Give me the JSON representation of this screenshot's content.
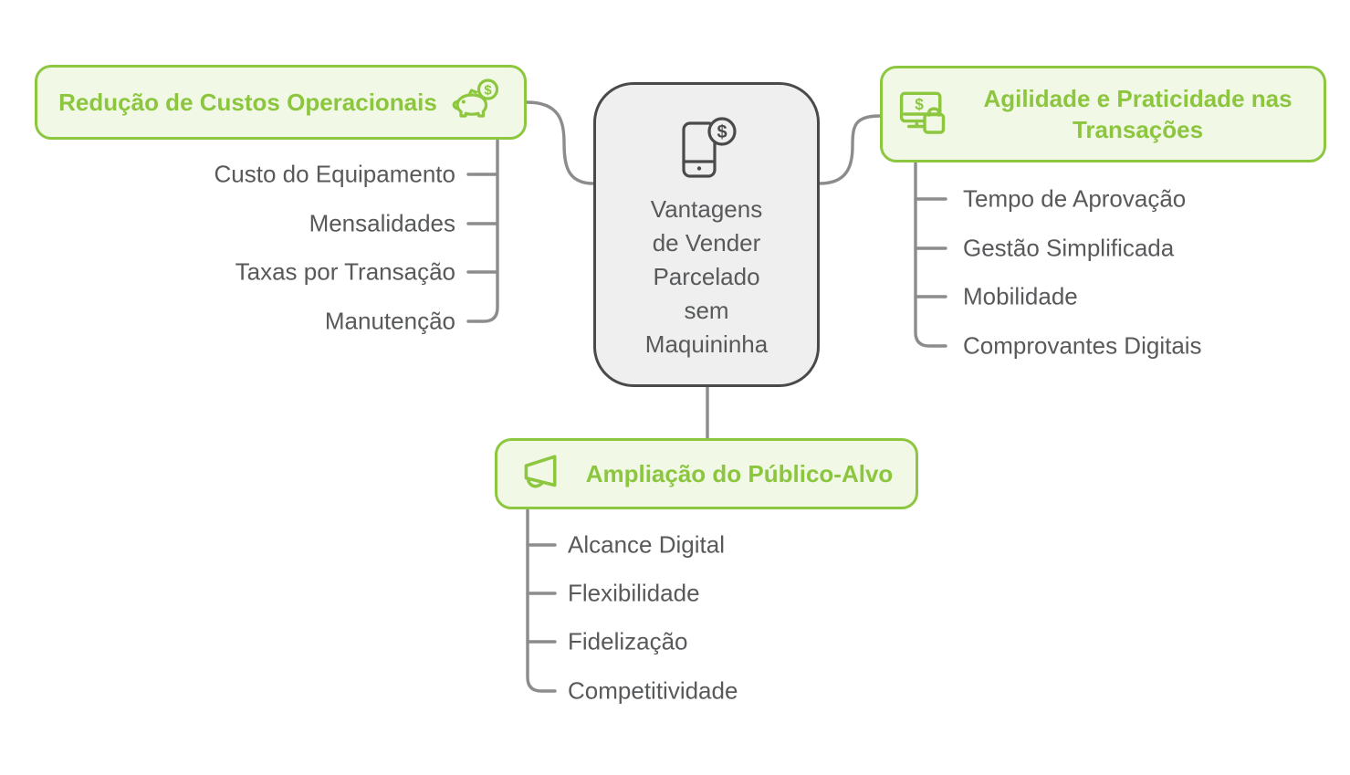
{
  "colors": {
    "accent_green": "#8DC63F",
    "green_fill": "#F1F8E6",
    "node_border_gray": "#4A4A4A",
    "node_fill_gray": "#EFEFEF",
    "text_gray": "#58595B",
    "connector_gray": "#8C8C8C"
  },
  "center": {
    "title": "Vantagens de Vender Parcelado sem Maquininha",
    "icon": "smartphone-dollar-icon"
  },
  "icons": {
    "dollar_symbol": "$"
  },
  "branches": {
    "left": {
      "title": "Redução de Custos Operacionais",
      "icon": "piggy-bank-coin-icon",
      "items": [
        "Custo do Equipamento",
        "Mensalidades",
        "Taxas por Transação",
        "Manutenção"
      ]
    },
    "right": {
      "title": "Agilidade e Praticidade nas Transações",
      "icon": "monitor-dollar-shopping-bag-icon",
      "items": [
        "Tempo de Aprovação",
        "Gestão Simplificada",
        "Mobilidade",
        "Comprovantes Digitais"
      ]
    },
    "bottom": {
      "title": "Ampliação do Público-Alvo",
      "icon": "megaphone-icon",
      "items": [
        "Alcance Digital",
        "Flexibilidade",
        "Fidelização",
        "Competitividade"
      ]
    }
  }
}
